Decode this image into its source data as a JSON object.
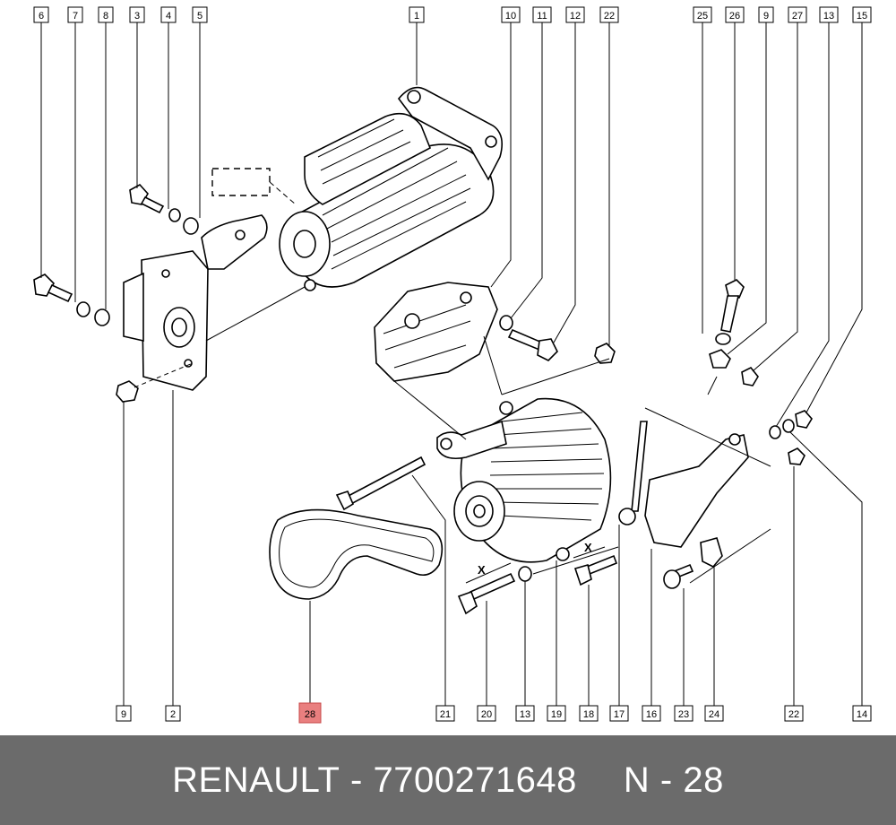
{
  "footer": {
    "brand": "RENAULT",
    "separator": "-",
    "part_number": "7700271648",
    "ref": "N - 28"
  },
  "callouts": [
    {
      "id": "c6",
      "label": "6"
    },
    {
      "id": "c7",
      "label": "7"
    },
    {
      "id": "c8",
      "label": "8"
    },
    {
      "id": "c3",
      "label": "3"
    },
    {
      "id": "c4",
      "label": "4"
    },
    {
      "id": "c5",
      "label": "5"
    },
    {
      "id": "c1",
      "label": "1"
    },
    {
      "id": "c10",
      "label": "10"
    },
    {
      "id": "c11",
      "label": "11"
    },
    {
      "id": "c12",
      "label": "12"
    },
    {
      "id": "c22a",
      "label": "22"
    },
    {
      "id": "c25",
      "label": "25"
    },
    {
      "id": "c26",
      "label": "26"
    },
    {
      "id": "c9a",
      "label": "9"
    },
    {
      "id": "c27",
      "label": "27"
    },
    {
      "id": "c13a",
      "label": "13"
    },
    {
      "id": "c15",
      "label": "15"
    },
    {
      "id": "c9b",
      "label": "9"
    },
    {
      "id": "c2",
      "label": "2"
    },
    {
      "id": "c28",
      "label": "28",
      "highlight": true
    },
    {
      "id": "c21",
      "label": "21"
    },
    {
      "id": "c20",
      "label": "20"
    },
    {
      "id": "c13b",
      "label": "13"
    },
    {
      "id": "c19",
      "label": "19"
    },
    {
      "id": "c18",
      "label": "18"
    },
    {
      "id": "c17",
      "label": "17"
    },
    {
      "id": "c16",
      "label": "16"
    },
    {
      "id": "c23",
      "label": "23"
    },
    {
      "id": "c24",
      "label": "24"
    },
    {
      "id": "c22b",
      "label": "22"
    },
    {
      "id": "c14",
      "label": "14"
    }
  ],
  "dimension_marks": [
    "X",
    "X"
  ],
  "colors": {
    "highlight": "#e97f7f",
    "footer_bg": "#6b6b6b",
    "footer_text": "#ffffff"
  }
}
